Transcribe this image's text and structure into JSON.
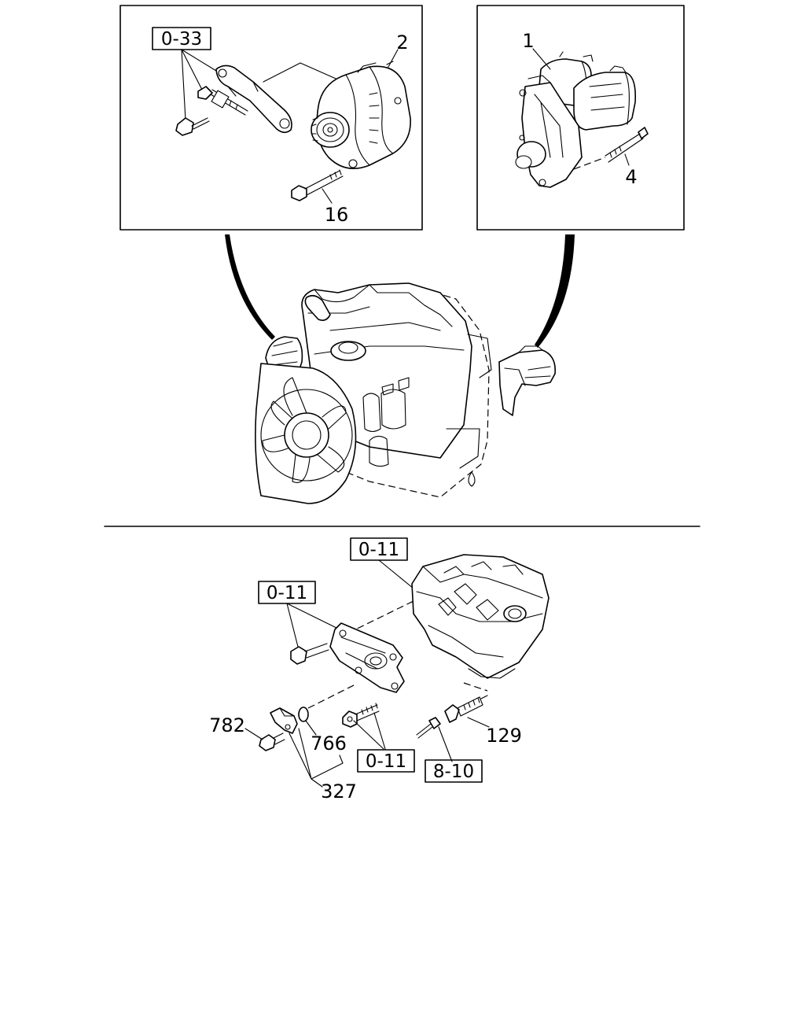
{
  "callouts": {
    "alternator": "2",
    "alternator_bolt": "16",
    "starter": "1",
    "starter_bolt": "4",
    "sensor_bolt": "782",
    "o_ring": "766",
    "sensor_kit": "327",
    "temp_sensor": "129"
  },
  "refs": {
    "bracket_ref": "0-33",
    "cylinder_head_ref": "0-11",
    "housing_bolt_ref": "0-11",
    "stud_ref": "0-11",
    "sender_ref": "8-10"
  }
}
